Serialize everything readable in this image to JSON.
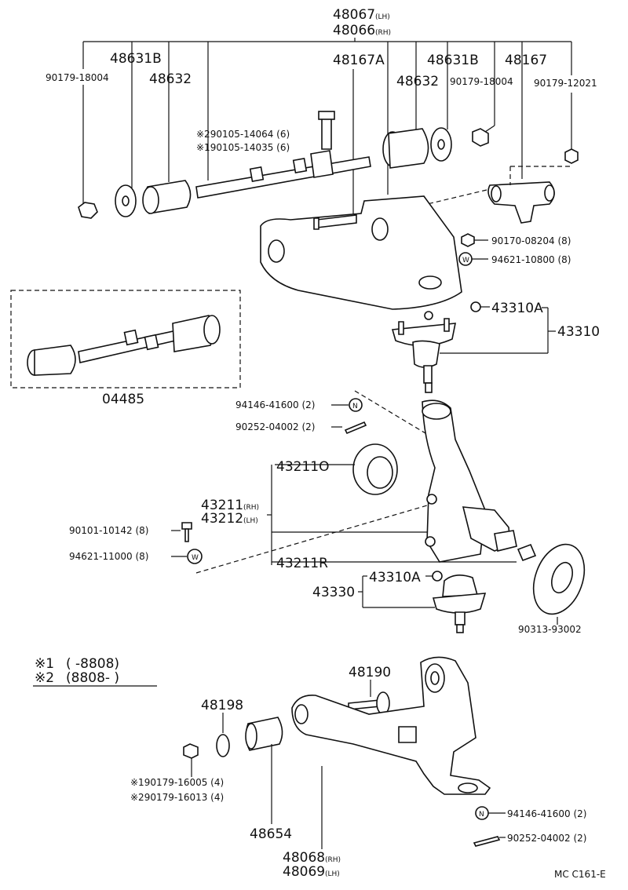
{
  "labels": {
    "p48067": "48067",
    "p48067_side": "(LH)",
    "p48066": "48066",
    "p48066_side": "(RH)",
    "p48631B_left": "48631B",
    "p48632_left": "48632",
    "p48167A": "48167A",
    "p48631B_right": "48631B",
    "p48632_right": "48632",
    "p48167": "48167",
    "p90179_18004_left": "90179-18004",
    "p90179_18004_right": "90179-18004",
    "p90179_12021": "90179-12021",
    "p290105_14064": "※290105-14064 (6)",
    "p190105_14035": "※190105-14035 (6)",
    "p90170_08204": "90170-08204 (8)",
    "p94621_10800": "94621-10800 (8)",
    "p43310A_top": "43310A",
    "p43310": "43310",
    "p04485": "04485",
    "p94146_41600_top": "94146-41600 (2)",
    "p90252_04002_top": "90252-04002 (2)",
    "p43211O": "43211O",
    "p43211": "43211",
    "p43211_side": "(RH)",
    "p43212": "43212",
    "p43212_side": "(LH)",
    "p90101_10142": "90101-10142 (8)",
    "p94621_11000": "94621-11000 (8)",
    "p43211R": "43211R",
    "p43310A_bottom": "43310A",
    "p43330": "43330",
    "p90313_93002": "90313-93002",
    "note1_mark": "※1",
    "note1_text": "(      -8808)",
    "note2_mark": "※2",
    "note2_text": "(8808-      )",
    "p48190": "48190",
    "p48198": "48198",
    "p190179_16005": "※190179-16005 (4)",
    "p290179_16013": "※290179-16013 (4)",
    "p48654": "48654",
    "p48068": "48068",
    "p48068_side": "(RH)",
    "p48069": "48069",
    "p48069_side": "(LH)",
    "p94146_41600_bottom": "94146-41600 (2)",
    "p90252_04002_bottom": "90252-04002 (2)",
    "drawing_code": "MC C161-E"
  },
  "symbols": {
    "n_mark": "N",
    "w_mark": "W"
  }
}
